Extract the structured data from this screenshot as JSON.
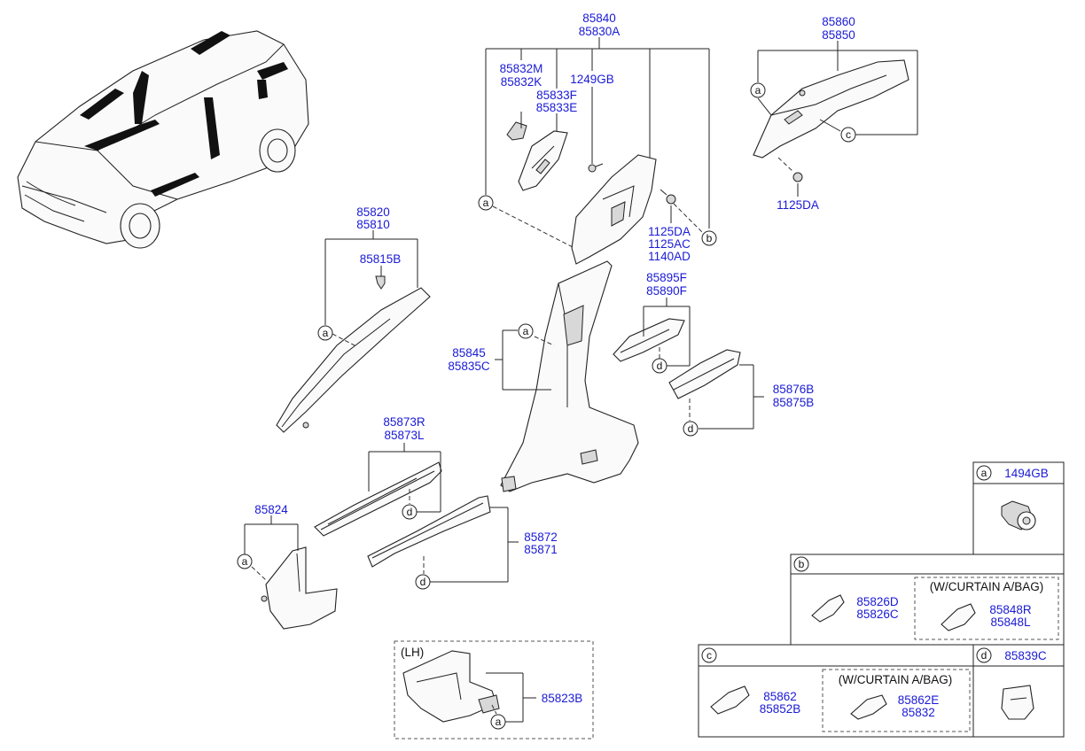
{
  "callouts": {
    "a": "a",
    "b": "b",
    "c": "c",
    "d": "d"
  },
  "labels": {
    "p85840": "85840",
    "p85830A": "85830A",
    "p85832M": "85832M",
    "p85832K": "85832K",
    "p1249GB": "1249GB",
    "p85833F": "85833F",
    "p85833E": "85833E",
    "p1125DA_b": "1125DA",
    "p1125AC": "1125AC",
    "p1140AD": "1140AD",
    "p85860": "85860",
    "p85850": "85850",
    "p1125DA_c": "1125DA",
    "p85820": "85820",
    "p85810": "85810",
    "p85815B": "85815B",
    "p85845": "85845",
    "p85835C": "85835C",
    "p85895F": "85895F",
    "p85890F": "85890F",
    "p85876B": "85876B",
    "p85875B": "85875B",
    "p85873R": "85873R",
    "p85873L": "85873L",
    "p85824": "85824",
    "p85872": "85872",
    "p85871": "85871",
    "lh": "(LH)",
    "p85823B": "85823B"
  },
  "legend": {
    "a_part": "1494GB",
    "b_part1": "85826D",
    "b_part2": "85826C",
    "b_option": "(W/CURTAIN A/BAG)",
    "b_opt1": "85848R",
    "b_opt2": "85848L",
    "c_part1": "85862",
    "c_part2": "85852B",
    "c_option": "(W/CURTAIN A/BAG)",
    "c_opt1": "85862E",
    "c_opt2": "85832",
    "d_part": "85839C"
  }
}
